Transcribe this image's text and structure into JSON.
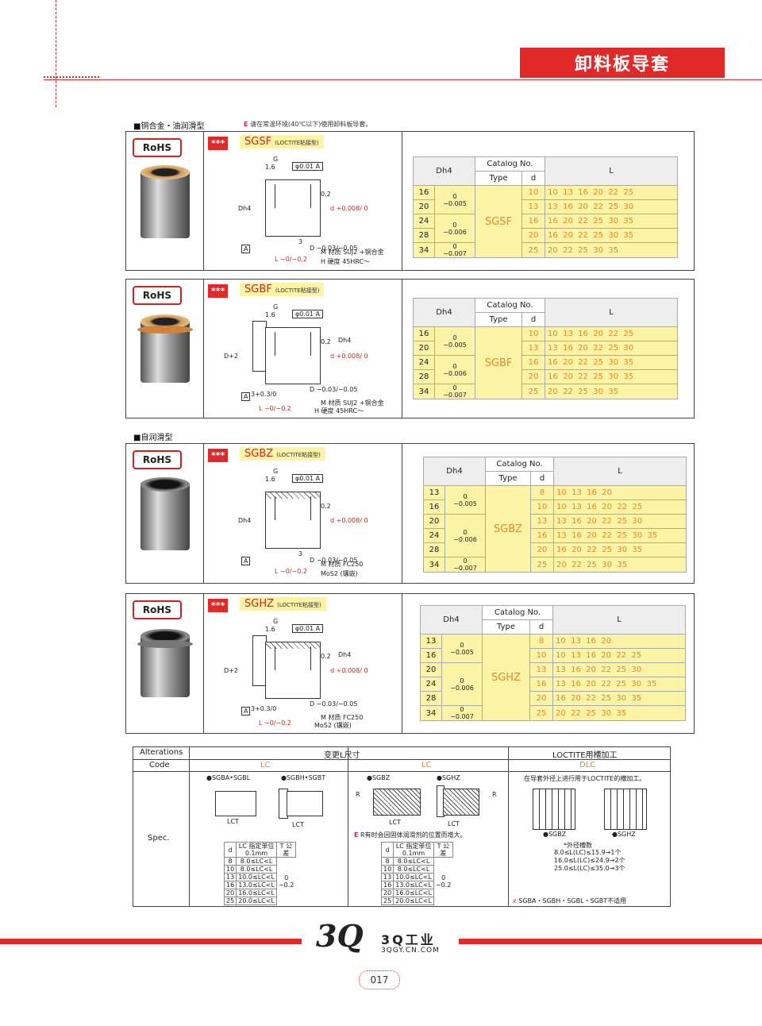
{
  "header": {
    "title": "卸料板导套"
  },
  "section1": {
    "title": "■铜合金・油润滑型",
    "note_mark": "E",
    "note": "请在常温环境(40℃以下)使用卸料板导套。"
  },
  "section2": {
    "title": "■自润滑型"
  },
  "rohs": "RoHS",
  "stars": "***",
  "loctite_tag": "(LOCTITE粘接型)",
  "table_head": {
    "dh": "Dh4",
    "catalog": "Catalog No.",
    "type": "Type",
    "d": "d",
    "L": "L"
  },
  "products": [
    {
      "code": "SGSF",
      "material": "M 材质  SUJ2 +铜合金",
      "hardness": "H 硬度  45HRC～",
      "rows": [
        {
          "dh": "16",
          "d": "10",
          "L": "10  13  16  20  22  25"
        },
        {
          "dh": "20",
          "d": "13",
          "L": "13  16  20  22  25  30"
        },
        {
          "dh": "24",
          "d": "16",
          "L": "16  20  22  25  30  35"
        },
        {
          "dh": "28",
          "d": "20",
          "L": "16  20  22  25  30  35"
        },
        {
          "dh": "34",
          "d": "25",
          "L": "20  22  25  30  35"
        }
      ],
      "tols": [
        "0\n−0.005",
        "0\n−0.006",
        "0\n−0.007"
      ]
    },
    {
      "code": "SGBF",
      "material": "M 材质  SUJ2 +铜合金",
      "hardness": "H 硬度  45HRC～",
      "rows": [
        {
          "dh": "16",
          "d": "10",
          "L": "10  13  16  20  22  25"
        },
        {
          "dh": "20",
          "d": "13",
          "L": "13  16  20  22  25  30"
        },
        {
          "dh": "24",
          "d": "16",
          "L": "16  20  22  25  30  35"
        },
        {
          "dh": "28",
          "d": "20",
          "L": "16  20  22  25  30  35"
        },
        {
          "dh": "34",
          "d": "25",
          "L": "20  22  25  30  35"
        }
      ],
      "tols": [
        "0\n−0.005",
        "0\n−0.006",
        "0\n−0.007"
      ]
    },
    {
      "code": "SGBZ",
      "material": "M 材质  FC250",
      "hardness": "MoS2 (镶嵌)",
      "rows": [
        {
          "dh": "13",
          "d": "8",
          "L": "10  13  16  20"
        },
        {
          "dh": "16",
          "d": "10",
          "L": "10  13  16  20  22  25"
        },
        {
          "dh": "20",
          "d": "13",
          "L": "13  16  20  22  25  30"
        },
        {
          "dh": "24",
          "d": "16",
          "L": "13  16  20  22  25  30  35"
        },
        {
          "dh": "28",
          "d": "20",
          "L": "16  20  22  25  30  35"
        },
        {
          "dh": "34",
          "d": "25",
          "L": "20  22  25  30  35"
        }
      ],
      "tols": [
        "0\n−0.005",
        "0\n−0.006",
        "0\n−0.007"
      ]
    },
    {
      "code": "SGHZ",
      "material": "M 材质  FC250",
      "hardness": "MoS2 (镶嵌)",
      "rows": [
        {
          "dh": "13",
          "d": "8",
          "L": "10  13  16  20"
        },
        {
          "dh": "16",
          "d": "10",
          "L": "10  13  16  20  22  25"
        },
        {
          "dh": "20",
          "d": "13",
          "L": "13  16  20  22  25  30"
        },
        {
          "dh": "24",
          "d": "16",
          "L": "13  16  20  22  25  30  35"
        },
        {
          "dh": "28",
          "d": "20",
          "L": "16  20  22  25  30  35"
        },
        {
          "dh": "34",
          "d": "25",
          "L": "20  22  25  30  35"
        }
      ],
      "tols": [
        "0\n−0.005",
        "0\n−0.006",
        "0\n−0.007"
      ]
    }
  ],
  "drawing": {
    "g": "G",
    "r16": "1.6",
    "flat": "φ0.01",
    "a": "A",
    "r02": "0.2",
    "dtol": "d +0.008/ 0",
    "dh4": "Dh4",
    "d2": "D+2",
    "three": "3",
    "Dtol": "D −0.03/−0.05",
    "L": "L −0/−0.2",
    "three03": "3+0.3/0"
  },
  "alterations": {
    "h_alt": "Alterations",
    "h_change": "变更L尺寸",
    "h_loctite": "LOCTITE用槽加工",
    "h_code": "Code",
    "lc1": "LC",
    "lc2": "LC",
    "dlc": "DLC",
    "spec": "Spec.",
    "g1a": "●SGBA•SGBL",
    "g1b": "●SGBH•SGBT",
    "g2a": "●SGBZ",
    "g2b": "●SGHZ",
    "lct": "LCT",
    "r": "R",
    "note_mark": "E",
    "note2": "R有时会因固体润滑剂的位置而增大。",
    "loctite_desc": "在导套外径上进行用于LOCTITE的槽加工。",
    "g3a": "●SGBZ",
    "g3b": "●SGHZ",
    "groove_title": "*外径槽数",
    "groove_lines": [
      "8.0≤L(LC)≤15.9→1个",
      "16.0≤L(LC)≤24.9→2个",
      "25.0≤L(LC)≤35.0→3个"
    ],
    "x_mark": "x",
    "not_applicable": "SGBA・SGBH・SGBL・SGBT不适用",
    "mini_head_d": "d",
    "mini_head_lc": "LC 指定单位0.1mm",
    "mini_head_t": "T 公差",
    "mini_rows": [
      {
        "d": "8",
        "lc": "8.0≤LC<L"
      },
      {
        "d": "10",
        "lc": "8.0≤LC<L"
      },
      {
        "d": "13",
        "lc": "10.0≤LC<L"
      },
      {
        "d": "16",
        "lc": "13.0≤LC<L"
      },
      {
        "d": "20",
        "lc": "16.0≤LC<L"
      },
      {
        "d": "25",
        "lc": "20.0≤LC<L"
      }
    ],
    "mini_tol": "0\n−0.2"
  },
  "footer": {
    "brand": "3Q工业",
    "url": "3QGY.CN.COM",
    "page": "017"
  },
  "colors": {
    "accent": "#e02a2a",
    "yellow": "#fbf3a6",
    "orange": "#e08b2a"
  }
}
